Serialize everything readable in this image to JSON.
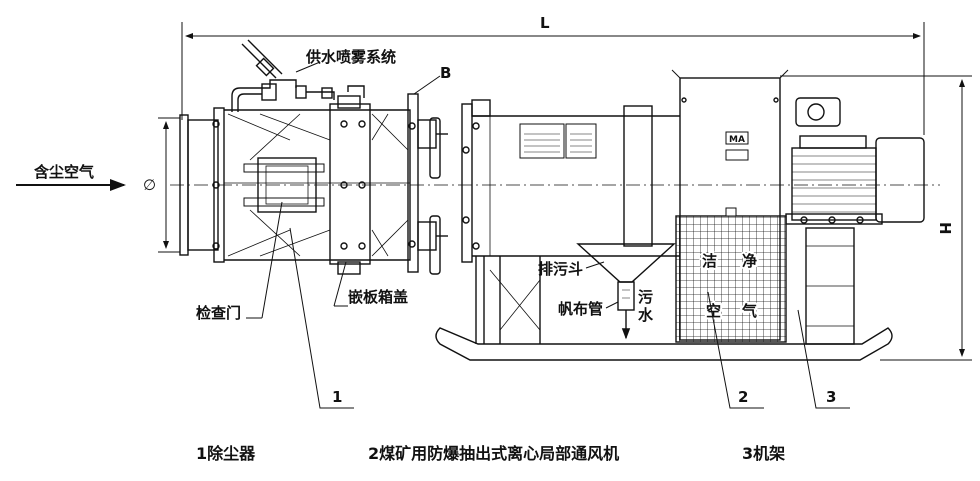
{
  "diagram": {
    "dimensions": {
      "length": "L",
      "height": "H",
      "diameter": "∅",
      "section": "B"
    },
    "inlet_label": "含尘空气",
    "labels": {
      "water_spray": "供水喷雾系统",
      "inspection_door": "检查门",
      "plate_box_cover": "嵌板箱盖",
      "drain_hopper": "排污斗",
      "canvas_pipe": "帆布管",
      "sewage_1": "污",
      "sewage_2": "水",
      "clean_1": "洁",
      "clean_2": "净",
      "clean_3": "空",
      "clean_4": "气",
      "ma_mark": "MA"
    },
    "callouts": [
      "1",
      "2",
      "3"
    ]
  },
  "legend": {
    "item1": "1除尘器",
    "item2": "2煤矿用防爆抽出式离心局部通风机",
    "item3": "3机架"
  }
}
